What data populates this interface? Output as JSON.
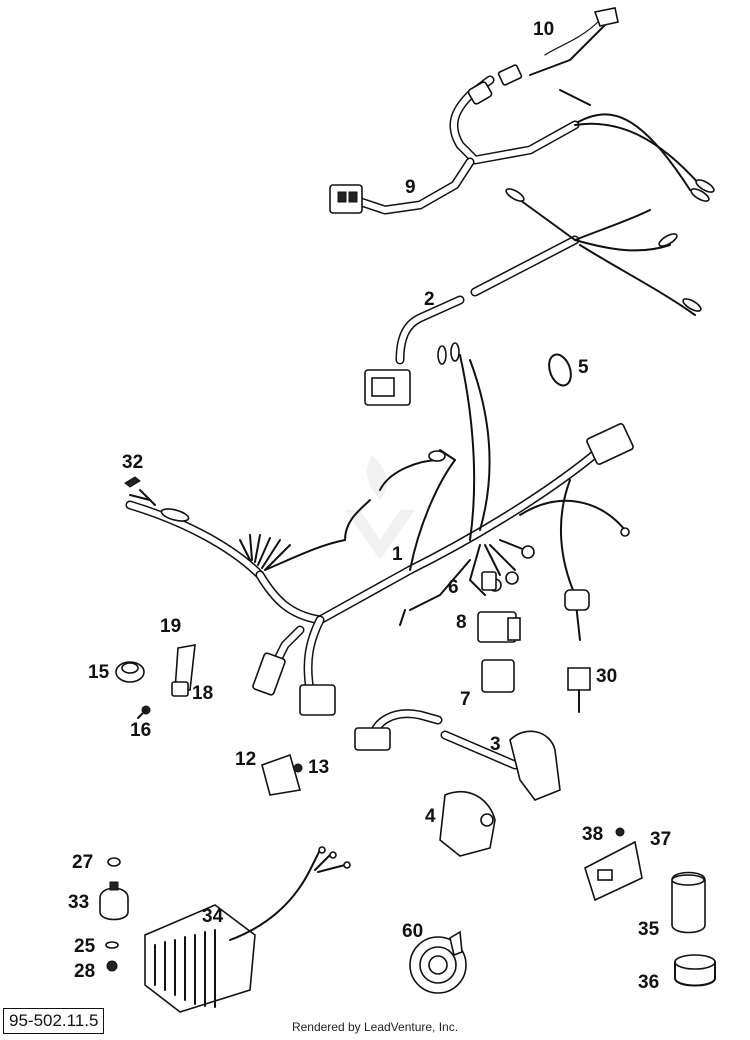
{
  "diagram_code": "95-502.11.5",
  "credit": "Rendered by LeadVenture, Inc.",
  "callouts": [
    "10",
    "9",
    "2",
    "5",
    "32",
    "1",
    "6",
    "8",
    "7",
    "30",
    "19",
    "15",
    "18",
    "16",
    "12",
    "13",
    "3",
    "4",
    "38",
    "37",
    "27",
    "33",
    "34",
    "35",
    "25",
    "28",
    "60",
    "36"
  ]
}
